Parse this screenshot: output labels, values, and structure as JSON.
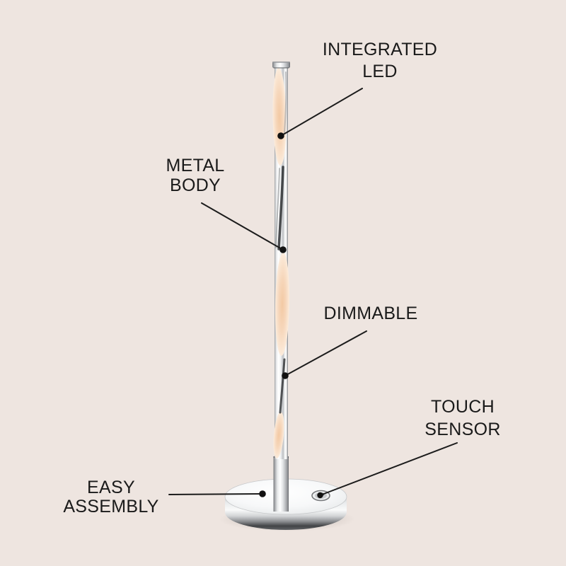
{
  "page": {
    "type": "product-feature-infographic",
    "subject": "spiral LED table lamp"
  },
  "colors": {
    "background": "#EEE5E0",
    "label_text": "#1A1A1A",
    "callout_line": "#1C1C1C",
    "callout_dot": "#111111",
    "led_glow": "#F6D5B6",
    "chrome_light": "#FFFFFF",
    "chrome_dark": "#8E9093"
  },
  "callouts": [
    {
      "id": "integrated-led",
      "label": "INTEGRATED\nLED",
      "target": "led-strip-top"
    },
    {
      "id": "metal-body",
      "label": "METAL\nBODY",
      "target": "pole-middle"
    },
    {
      "id": "dimmable",
      "label": "DIMMABLE",
      "target": "pole-lower"
    },
    {
      "id": "touch-sensor",
      "label": "TOUCH\nSENSOR",
      "target": "touch-button-on-base"
    },
    {
      "id": "easy-assembly",
      "label": "EASY\nASSEMBLY",
      "target": "base-top"
    }
  ]
}
